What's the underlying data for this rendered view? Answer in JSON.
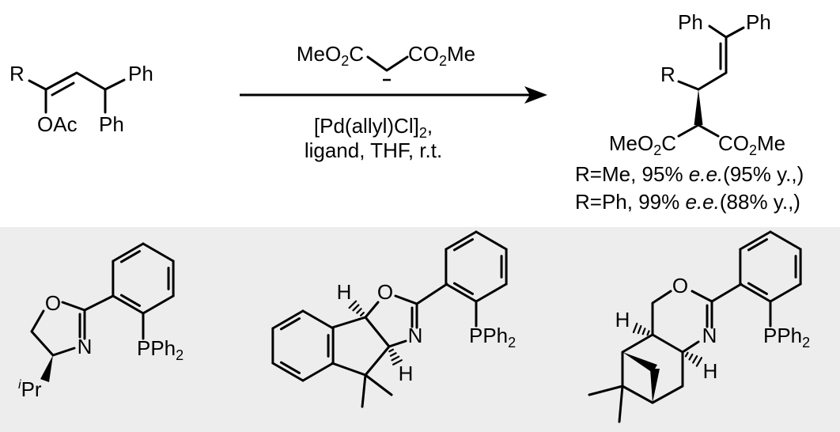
{
  "substrate": {
    "r": "R",
    "ph_top": "Ph",
    "oac": "OAc",
    "ph_bottom": "Ph"
  },
  "nucleophile": {
    "left_a": "MeO",
    "left_sub": "2",
    "left_b": "C",
    "right_a": "CO",
    "right_sub": "2",
    "right_b": "Me"
  },
  "conditions": {
    "line1_a": "[Pd(allyl)Cl]",
    "line1_sub": "2",
    "line1_b": ",",
    "line2": "ligand, THF, r.t."
  },
  "product": {
    "ph_left": "Ph",
    "ph_right": "Ph",
    "r": "R",
    "ester_left_a": "MeO",
    "ester_left_sub": "2",
    "ester_left_b": "C",
    "ester_right_a": "CO",
    "ester_right_sub": "2",
    "ester_right_b": "Me"
  },
  "results": [
    {
      "prefix": "R=Me, 95% ",
      "ee": "e.e.",
      "suffix": "(95% y.,)"
    },
    {
      "prefix": "R=Ph, 99% ",
      "ee": "e.e.",
      "suffix": "(88% y.,)"
    }
  ],
  "ligands": [
    {
      "o": "O",
      "n": "N",
      "p_a": "PPh",
      "p_sub": "2",
      "ipr_sup": "i",
      "ipr": "Pr"
    },
    {
      "o": "O",
      "n": "N",
      "h1": "H",
      "h2": "H",
      "p_a": "PPh",
      "p_sub": "2"
    },
    {
      "o": "O",
      "n": "N",
      "h1": "H",
      "h2": "H",
      "p_a": "PPh",
      "p_sub": "2"
    }
  ],
  "colors": {
    "panel": "#ededed",
    "ink": "#000000"
  }
}
